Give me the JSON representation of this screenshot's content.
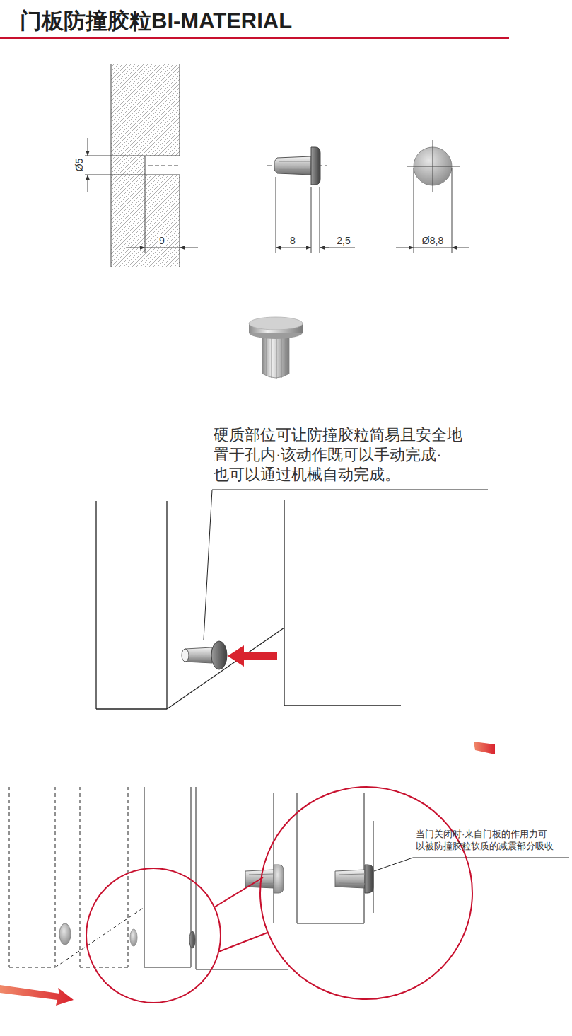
{
  "diagram": {
    "title": "门板防撞胶粒BI-MATERIAL",
    "labels": [
      "Ø5",
      "9",
      "8",
      "2,5",
      "Ø8,8",
      "硬质部位可让防撞胶粒简易且安全地 置于孔内·该动作既可以手动完成· 也可以通过机械自动完成。",
      "当门关闭时·来自门板的作用力可 以被防撞胶粒软质的减震部分吸收"
    ]
  }
}
